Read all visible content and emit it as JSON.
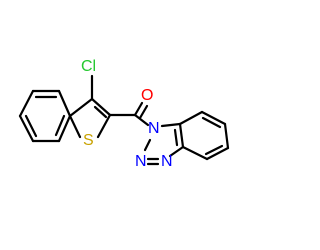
{
  "molecule": {
    "atoms": {
      "cl": {
        "text": "Cl",
        "color": "#24c82f"
      },
      "s": {
        "text": "S",
        "color": "#c8a200"
      },
      "o": {
        "text": "O",
        "color": "#ff0000"
      },
      "n1": {
        "text": "N",
        "color": "#0000ff"
      },
      "n2": {
        "text": "N",
        "color": "#0000ff"
      },
      "n3": {
        "text": "N",
        "color": "#0000ff"
      }
    },
    "bond_color": "#000000"
  }
}
